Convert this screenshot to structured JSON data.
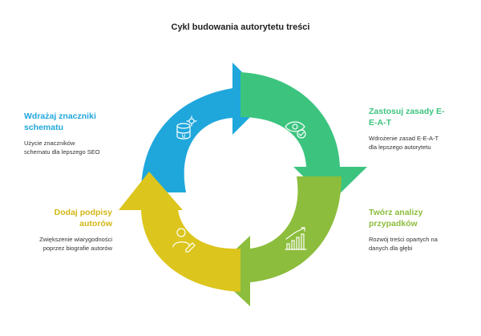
{
  "title": "Cykl budowania autorytetu treści",
  "colors": {
    "blue": "#1fa7dc",
    "green": "#3cc47f",
    "olive": "#8cbd3c",
    "yellow": "#dcc51c",
    "text_dark": "#1f1f1f"
  },
  "steps": [
    {
      "id": "schema",
      "heading_line1": "Wdrażaj znaczniki",
      "heading_line2": "schematu",
      "desc_line1": "Użycie znaczników",
      "desc_line2": "schematu dla lepszego SEO",
      "color": "#1fa7dc",
      "icon": "database-settings-icon"
    },
    {
      "id": "eeat",
      "heading_line1": "Zastosuj zasady E-",
      "heading_line2": "E-A-T",
      "desc_line1": "Wdrożenie zasad E-E-A-T",
      "desc_line2": "dla lepszego autorytetu",
      "color": "#3cc47f",
      "icon": "eye-check-icon"
    },
    {
      "id": "cases",
      "heading_line1": "Twórz analizy",
      "heading_line2": "przypadków",
      "desc_line1": "Rozwój treści opartych na",
      "desc_line2": "danych dla głębi",
      "color": "#8cbd3c",
      "icon": "bar-chart-trend-icon"
    },
    {
      "id": "authors",
      "heading_line1": "Dodaj podpisy",
      "heading_line2": "autorów",
      "desc_line1": "Zwiększenie wiarygodności",
      "desc_line2": "poprzez biografie autorów",
      "color": "#dcc51c",
      "icon": "user-edit-icon"
    }
  ]
}
